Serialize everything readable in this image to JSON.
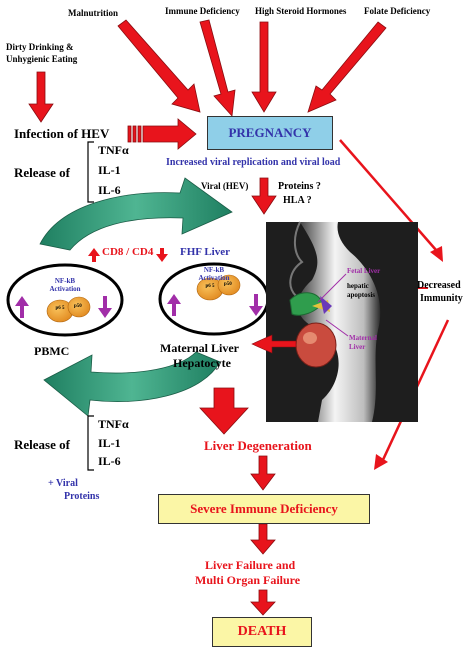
{
  "colors": {
    "red": "#e8141c",
    "blue": "#3333aa",
    "teal_arrow": "#2f9a79",
    "pregnancy_box": "#8fcfe8",
    "yellow_box": "#fbf6a6",
    "cell_orange": "#f2a22e",
    "activation_purple": "#a12ea8"
  },
  "causes": {
    "malnutrition": "Malnutrition",
    "immune_deficiency": "Immune Deficiency",
    "high_steroid": "High Steroid Hormones",
    "folate_deficiency": "Folate Deficiency",
    "dirty_drinking_line1": "Dirty Drinking &",
    "dirty_drinking_line2": "Unhygienic Eating"
  },
  "infection_label": "Infection of HEV",
  "pregnancy_label": "PREGNANCY",
  "increased_replication": "Increased viral replication and viral load",
  "viral_hev": "Viral (HEV)",
  "proteins_q": "Proteins ?",
  "hla_q": "HLA ?",
  "release_top": {
    "label": "Release of",
    "items": [
      "TNFα",
      "IL-1",
      "IL-6"
    ]
  },
  "cd_label": "CD8 / CD4",
  "fhf_liver": "FHF Liver",
  "cells": {
    "left_activation": "NF-kB Activation",
    "right_activation": "NF-kB Activation",
    "p65": "p6 5",
    "p50": "p50"
  },
  "pbmc": "PBMC",
  "maternal_liver_line1": "Maternal Liver",
  "maternal_liver_line2": "Hepatocyte",
  "image_labels": {
    "fetal_liver": "Fetal Liver",
    "hepatic_line1": "hepatic",
    "hepatic_line2": "apoptosis",
    "maternal_line1": "Maternal",
    "maternal_line2": "Liver"
  },
  "decreased_line1": "Decreased",
  "decreased_line2": "Immunity",
  "release_bottom": {
    "label": "Release of",
    "items": [
      "TNFα",
      "IL-1",
      "IL-6"
    ]
  },
  "viral_proteins_line1": "+ Viral",
  "viral_proteins_line2": "Proteins",
  "liver_degeneration": "Liver Degeneration",
  "severe_immune": "Severe Immune Deficiency",
  "liver_failure_line1": "Liver Failure and",
  "liver_failure_line2": "Multi Organ Failure",
  "death": "DEATH"
}
